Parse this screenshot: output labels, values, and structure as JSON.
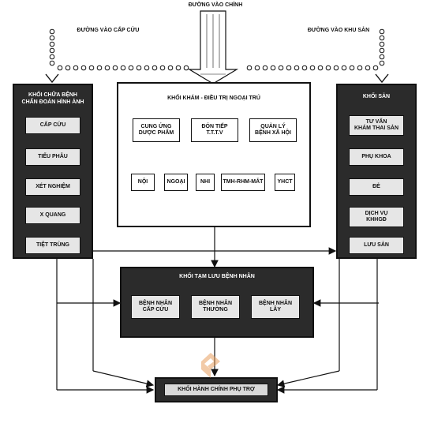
{
  "entrances": {
    "main": "ĐƯỜNG VÀO CHÍNH",
    "emergency": "ĐƯỜNG VÀO CẤP CỨU",
    "maternity": "ĐƯỜNG VÀO KHU SẢN"
  },
  "left_block": {
    "title": "KHỐI CHỮA BỆNH\nCHẨN ĐOÁN HÌNH ẢNH",
    "items": [
      "CẤP CỨU",
      "TIỂU PHẪU",
      "XÉT NGHIỆM",
      "X QUANG",
      "TIỆT TRÙNG"
    ]
  },
  "center_block": {
    "title": "KHỐI KHÁM - ĐIỀU TRỊ NGOẠI TRÚ",
    "top_items": [
      "CUNG ỨNG\nDƯỢC PHẨM",
      "ĐÓN TIẾP\nT.T.T.V",
      "QUẢN LÝ\nBỆNH XÃ HỘI"
    ],
    "bottom_items": [
      "NỘI",
      "NGOẠI",
      "NHI",
      "TMH-RHM-MẮT",
      "YHCT"
    ]
  },
  "right_block": {
    "title": "KHỐI SẢN",
    "items": [
      "TƯ VẤN\nKHÁM THAI SẢN",
      "PHỤ KHOA",
      "ĐẺ",
      "DỊCH VỤ\nKHHGĐ",
      "LƯU SẢN"
    ]
  },
  "holding_block": {
    "title": "KHỐI TẠM LƯU BỆNH NHÂN",
    "items": [
      "BỆNH NHÂN\nCẤP CỨU",
      "BỆNH NHÂN\nTHƯỜNG",
      "BỆNH NHÂN\nLÂY"
    ]
  },
  "admin_block": {
    "title": "KHỐI HÀNH CHÍNH PHỤ TRỢ"
  },
  "colors": {
    "dark_panel": "#2b2b2b",
    "line": "#111111",
    "watermark": "#e8a060"
  }
}
